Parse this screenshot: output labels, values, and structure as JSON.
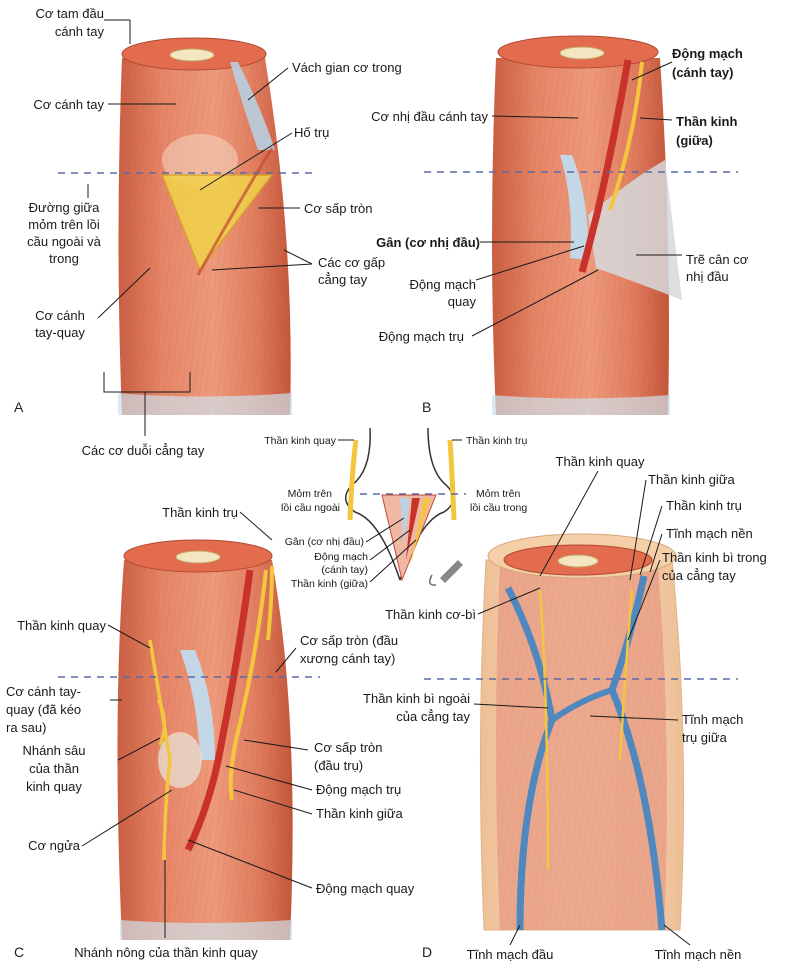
{
  "panels": {
    "a": {
      "letter": "A"
    },
    "b": {
      "letter": "B"
    },
    "c": {
      "letter": "C"
    },
    "d": {
      "letter": "D"
    }
  },
  "labels": {
    "a": {
      "triceps_1": "Cơ tam đầu",
      "triceps_2": "cánh tay",
      "septum": "Vách gian cơ trong",
      "brachialis": "Cơ cánh tay",
      "fossa": "Hố trụ",
      "line_1": "Đường giữa",
      "line_2": "mỏm trên lồi",
      "line_3": "cầu ngoài và",
      "line_4": "trong",
      "pronator": "Cơ sấp tròn",
      "flexors_1": "Các cơ gấp",
      "flexors_2": "cẳng tay",
      "brachiorad_1": "Cơ cánh",
      "brachiorad_2": "tay-quay",
      "extensors": "Các cơ duỗi cẳng tay"
    },
    "b": {
      "artery_1": "Động mạch",
      "artery_2": "(cánh tay)",
      "biceps": "Cơ nhị đầu cánh tay",
      "nerve_1": "Thần kinh",
      "nerve_2": "(giữa)",
      "tendon": "Gân (cơ nhị đầu)",
      "radial_a_1": "Động mạch",
      "radial_a_2": "quay",
      "aponeurosis_1": "Trẽ cân cơ",
      "aponeurosis_2": "nhị đầu",
      "ulnar_a": "Động mạch trụ"
    },
    "inset": {
      "radial_n": "Thần kinh quay",
      "ulnar_n": "Thần kinh trụ",
      "lat_epi_1": "Mỏm trên",
      "lat_epi_2": "lồi cầu ngoài",
      "med_epi_1": "Mỏm trên",
      "med_epi_2": "lồi cầu trong",
      "tendon": "Gân (cơ nhị đầu)",
      "artery_1": "Động mạch",
      "artery_2": "(cánh tay)",
      "median": "Thần kinh (giữa)"
    },
    "c": {
      "ulnar_n": "Thần kinh trụ",
      "radial_n": "Thần kinh quay",
      "pronator_h_1": "Cơ sấp tròn (đầu",
      "pronator_h_2": "xương cánh tay)",
      "brachiorad_1": "Cơ cánh tay-",
      "brachiorad_2": "quay (đã kéo",
      "brachiorad_3": "ra sau)",
      "deep_1": "Nhánh sâu",
      "deep_2": "của thần",
      "deep_3": "kinh quay",
      "pronator_u_1": "Cơ sấp tròn",
      "pronator_u_2": "(đầu trụ)",
      "ulnar_a": "Động mạch trụ",
      "median": "Thần kinh giữa",
      "supinator": "Cơ ngửa",
      "radial_a": "Động mạch quay",
      "superficial": "Nhánh nông của thần kinh quay"
    },
    "d": {
      "radial_n": "Thần kinh quay",
      "median_n": "Thần kinh giữa",
      "ulnar_n": "Thần kinh trụ",
      "basilic_top": "Tĩnh mạch nền",
      "med_cut_1": "Thần kinh bì trong",
      "med_cut_2": "của cẳng tay",
      "musculocut": "Thần kinh cơ-bì",
      "lat_cut_1": "Thần kinh bì ngoài",
      "lat_cut_2": "của cẳng tay",
      "med_cubital_1": "Tĩnh mạch",
      "med_cubital_2": "trụ giữa",
      "cephalic": "Tĩnh mạch đầu",
      "basilic_bottom": "Tĩnh mạch nền"
    }
  },
  "colors": {
    "muscle": "#e07a5c",
    "muscle_dark": "#c45a3e",
    "tendon": "#bcd2e2",
    "nerve": "#f3c63d",
    "artery": "#c8322a",
    "vein": "#4f87bf",
    "skin": "#f7d7b5",
    "fossa": "#f1d34a",
    "dashed_line": "#5a6aa8"
  }
}
